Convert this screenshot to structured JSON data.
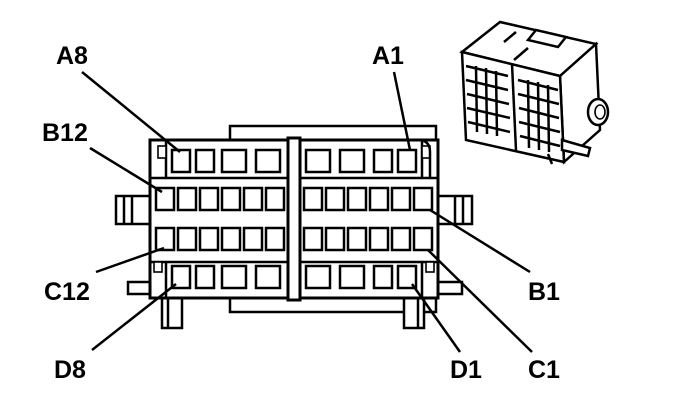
{
  "diagram": {
    "type": "connector-pinout",
    "labels": {
      "a8": "A8",
      "a1": "A1",
      "b12": "B12",
      "b1": "B1",
      "c12": "C12",
      "c1": "C1",
      "d8": "D8",
      "d1": "D1"
    },
    "rows": [
      {
        "row": "A",
        "cavities": 8
      },
      {
        "row": "B",
        "cavities": 12
      },
      {
        "row": "C",
        "cavities": 12
      },
      {
        "row": "D",
        "cavities": 8
      }
    ],
    "line_color": "#000000",
    "background": "#ffffff"
  }
}
